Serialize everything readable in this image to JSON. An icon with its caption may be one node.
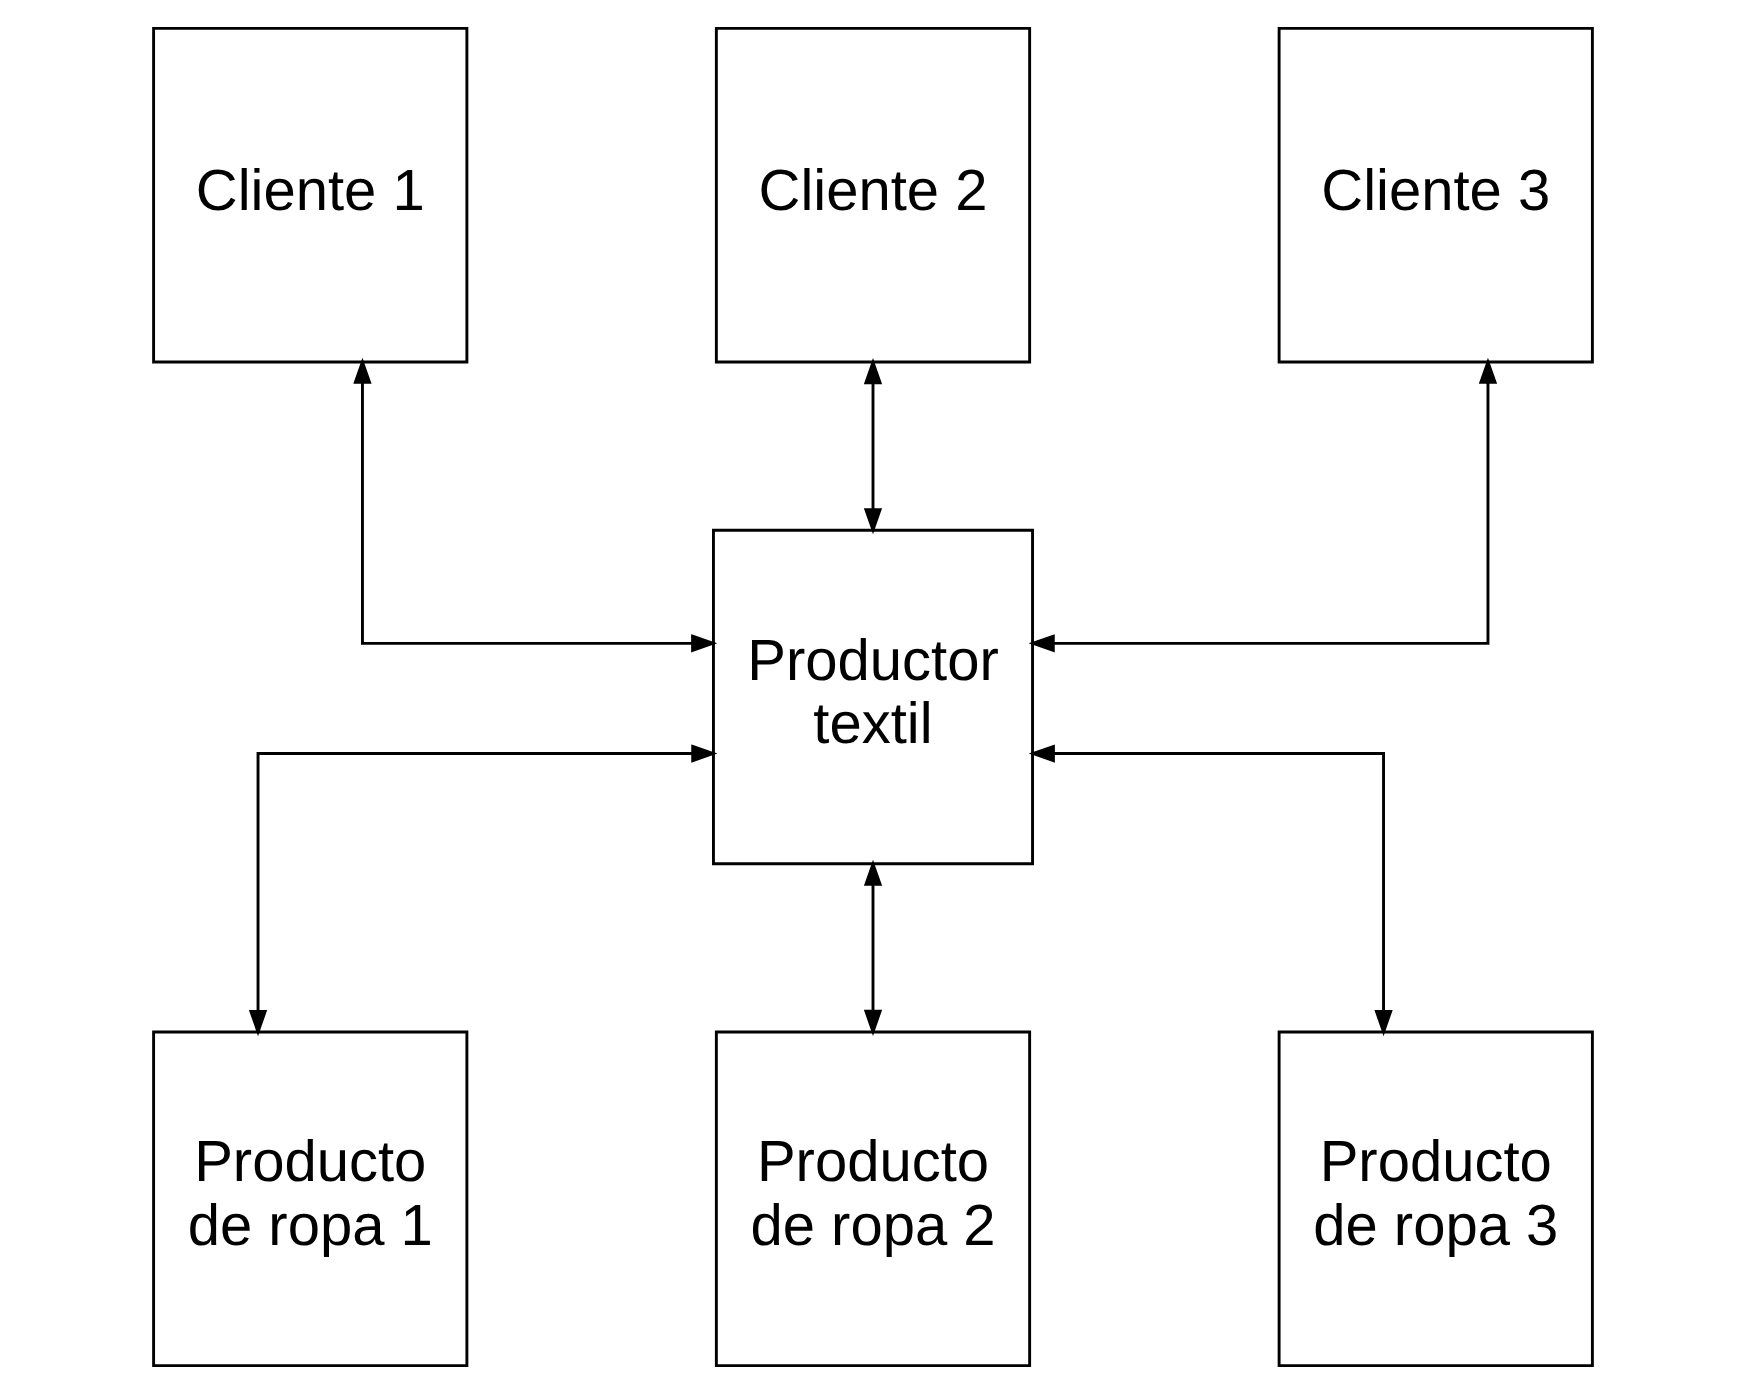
{
  "diagram": {
    "nodes": [
      {
        "text": [
          "Cliente 1"
        ]
      },
      {
        "text": [
          "Cliente 2"
        ]
      },
      {
        "text": [
          "Cliente 3"
        ]
      },
      {
        "text": [
          "Productor textil"
        ]
      },
      {
        "text": [
          "Producto de ropa 1"
        ]
      },
      {
        "text": [
          "Producto de ropa 2"
        ]
      },
      {
        "text": [
          "Producto de ropa 3"
        ]
      }
    ],
    "edges": [
      {
        "from": 3,
        "to": 0,
        "arrow": "both"
      },
      {
        "from": 3,
        "to": 1,
        "arrow": "both"
      },
      {
        "from": 3,
        "to": 2,
        "arrow": "both"
      },
      {
        "from": 3,
        "to": 4,
        "arrow": "both"
      },
      {
        "from": 3,
        "to": 5,
        "arrow": "both"
      },
      {
        "from": 3,
        "to": 6,
        "arrow": "both"
      }
    ]
  }
}
